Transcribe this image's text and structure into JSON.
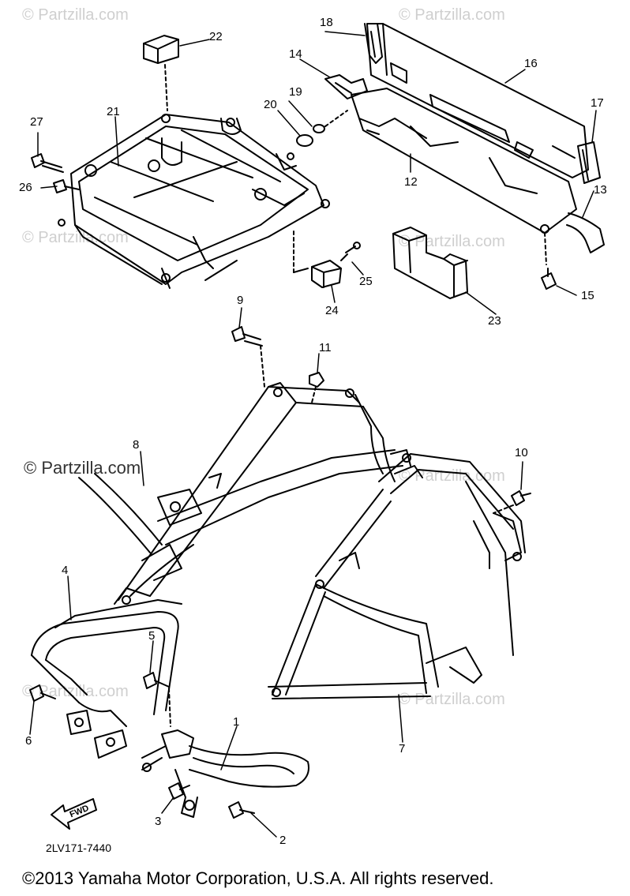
{
  "watermark": {
    "text": "© Partzilla.com",
    "color": "#cfcfcf",
    "dark_color": "#333333"
  },
  "callouts": [
    "1",
    "2",
    "3",
    "4",
    "5",
    "6",
    "7",
    "8",
    "9",
    "10",
    "11",
    "12",
    "13",
    "14",
    "15",
    "16",
    "17",
    "18",
    "19",
    "20",
    "21",
    "22",
    "23",
    "24",
    "25",
    "26",
    "27"
  ],
  "arrow_label": "FWD",
  "diagram_code": "2LV171-7440",
  "copyright": "©2013  Yamaha Motor Corporation, U.S.A. All rights reserved.",
  "colors": {
    "line": "#000000",
    "background": "#ffffff"
  }
}
